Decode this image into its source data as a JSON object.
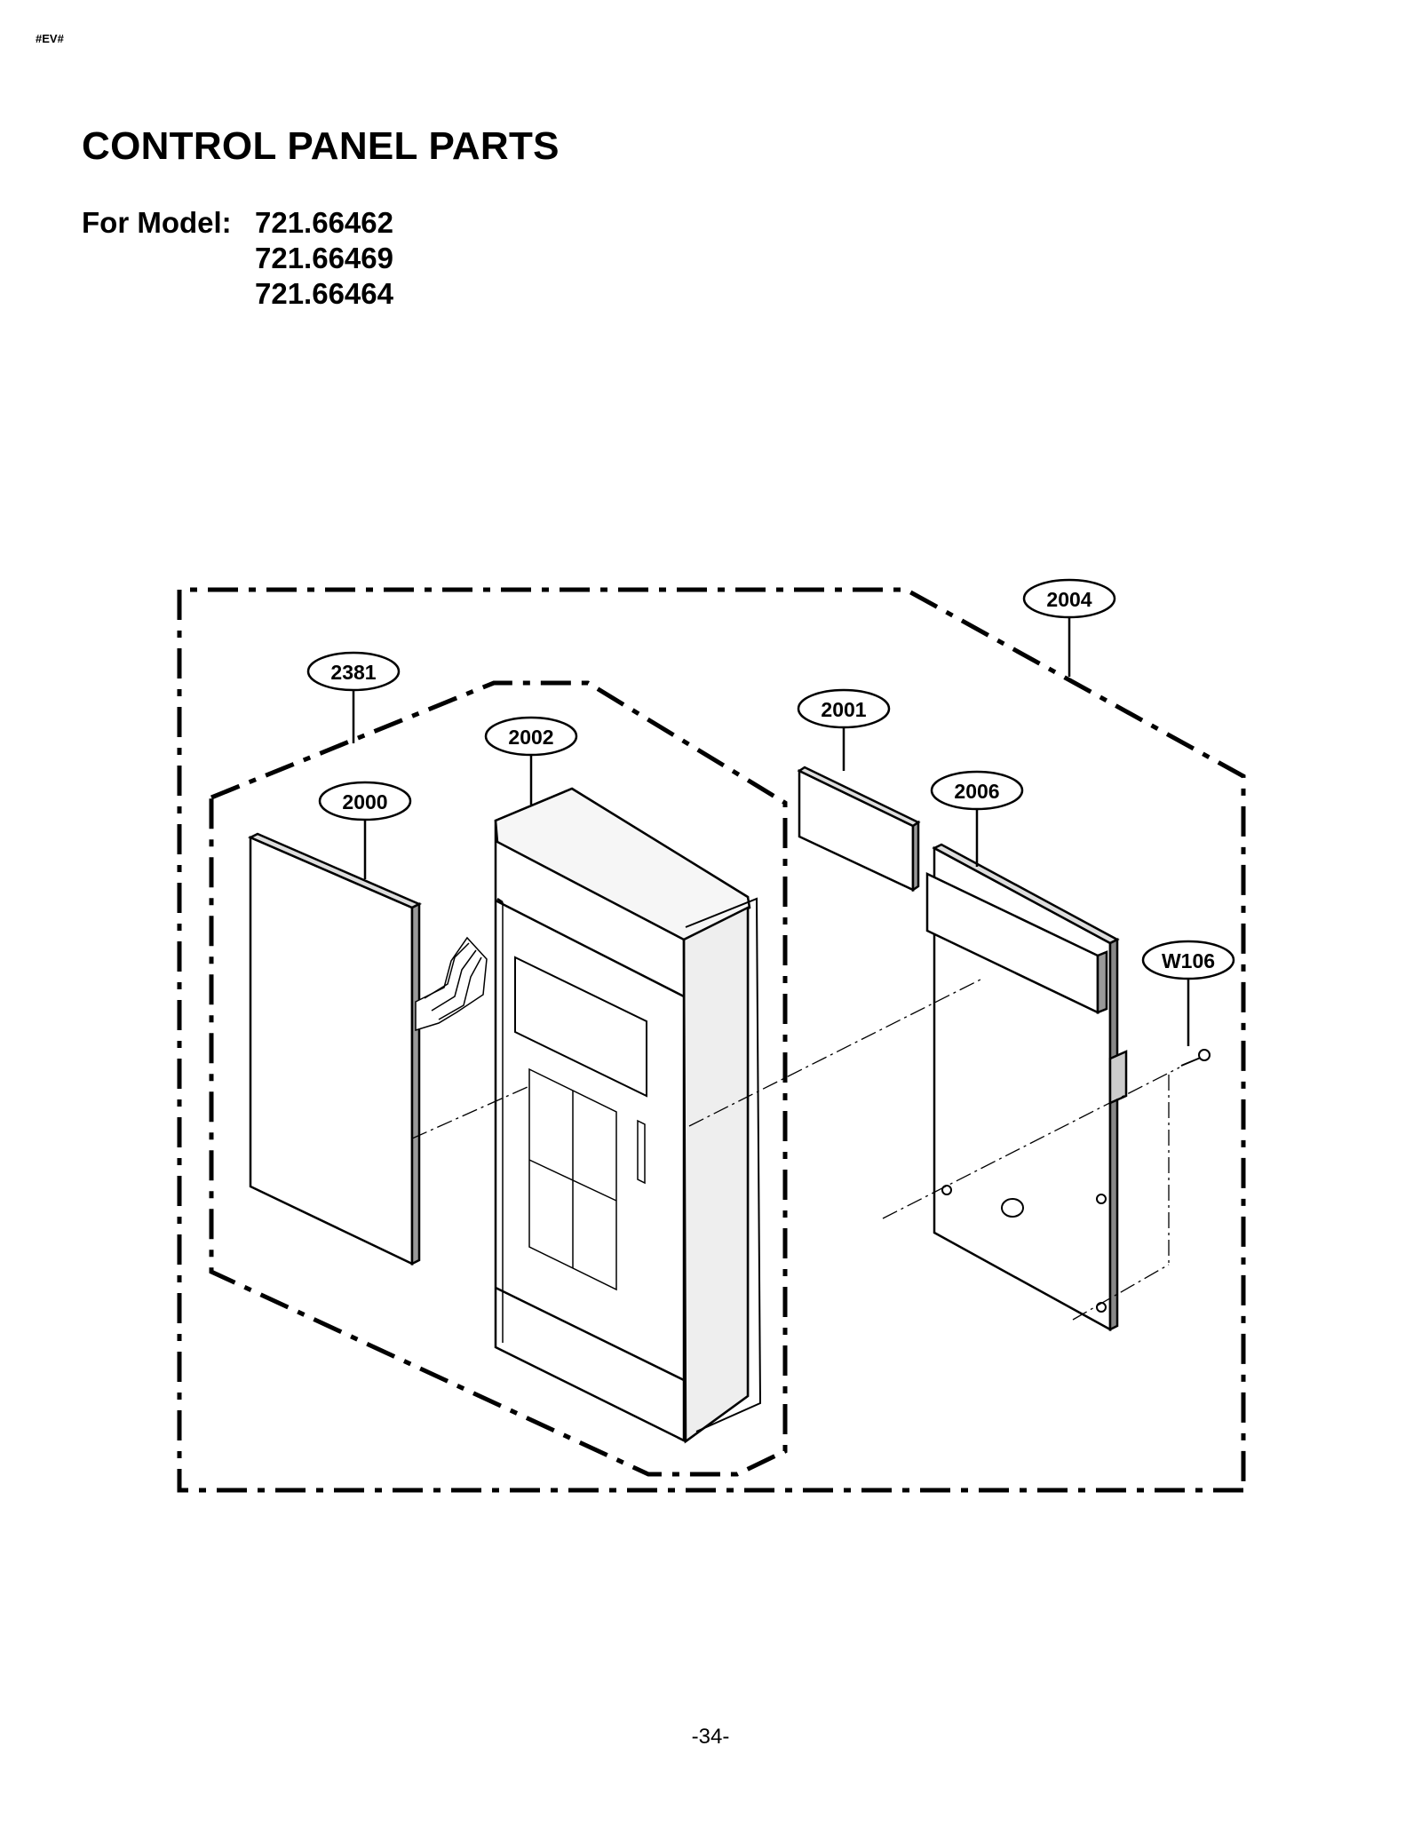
{
  "header_tag": "#EV#",
  "title": "CONTROL PANEL PARTS",
  "model_label": "For Model:",
  "models": [
    "721.66462",
    "721.66469",
    "721.66464"
  ],
  "callouts": {
    "c2004": "2004",
    "c2381": "2381",
    "c2001": "2001",
    "c2002": "2002",
    "c2006": "2006",
    "c2000": "2000",
    "cW106": "W106"
  },
  "page_number": "-34-"
}
